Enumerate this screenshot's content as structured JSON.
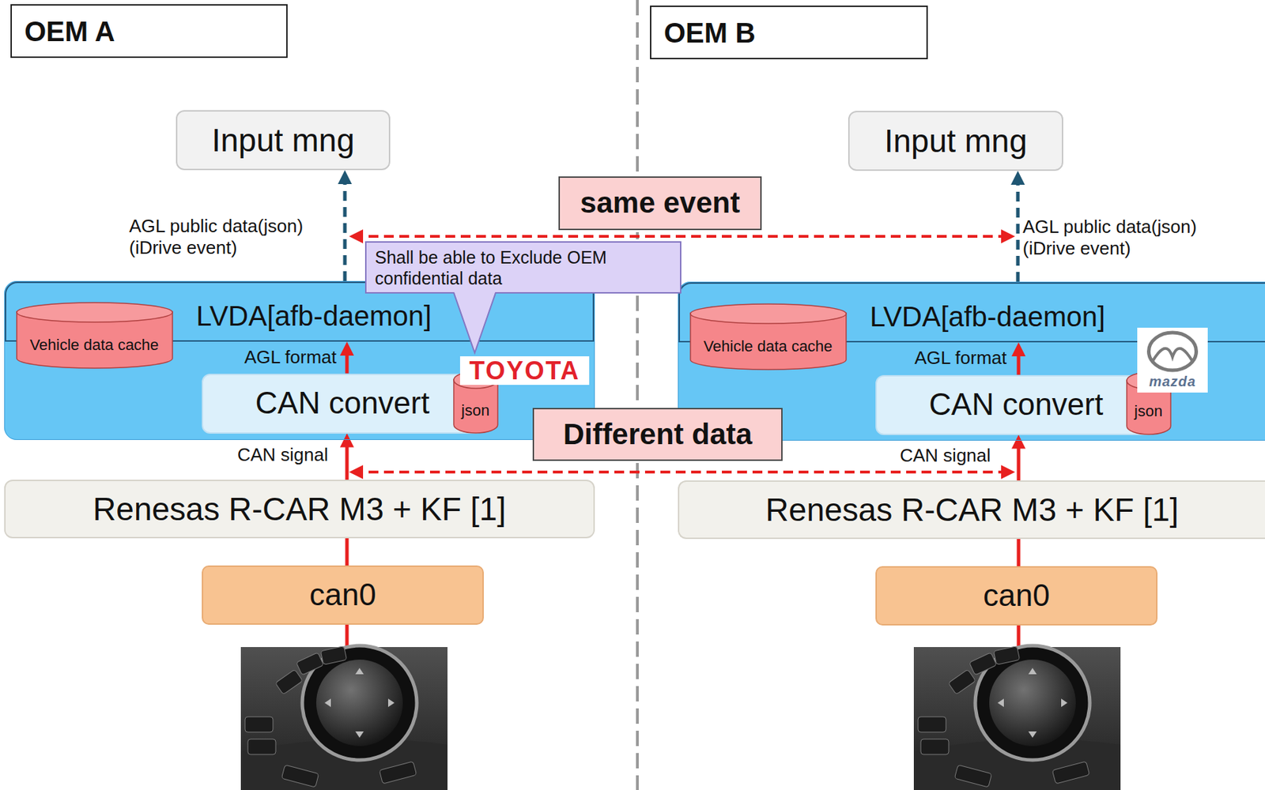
{
  "diagram": {
    "nodes": [
      {
        "text": [
          "OEM A"
        ]
      },
      {
        "text": [
          "OEM B"
        ]
      },
      {
        "text": [
          "Input mng"
        ]
      },
      {
        "text": [
          "Input mng"
        ]
      },
      {
        "text": [
          "same event"
        ]
      },
      {
        "text": [
          "Shall be able to Exclude OEM confidential data"
        ]
      },
      {
        "text": [
          "LVDA[afb-daemon]"
        ]
      },
      {
        "text": [
          "Vehicle data cache"
        ],
        "in": 6
      },
      {
        "text": [
          "CAN convert"
        ],
        "in": 6
      },
      {
        "text": [
          "json"
        ],
        "in": 6
      },
      {
        "text": [
          "LVDA[afb-daemon]"
        ]
      },
      {
        "text": [
          "Vehicle data cache"
        ],
        "in": 10
      },
      {
        "text": [
          "CAN convert"
        ],
        "in": 10
      },
      {
        "text": [
          "json"
        ],
        "in": 10
      },
      {
        "text": [
          "Different data"
        ]
      },
      {
        "text": [
          "Renesas R-CAR M3 + KF [1]"
        ]
      },
      {
        "text": [
          "Renesas R-CAR M3 + KF [1]"
        ]
      },
      {
        "text": [
          "can0"
        ]
      },
      {
        "text": [
          "can0"
        ]
      }
    ],
    "edges": [
      {
        "from": 6,
        "to": 2,
        "arrow": "to"
      },
      {
        "from": 8,
        "to": 6,
        "arrow": "to"
      },
      {
        "from": 15,
        "to": 8,
        "arrow": "to"
      },
      {
        "from": 17,
        "to": 15,
        "arrow": "none"
      },
      {
        "from": 10,
        "to": 3,
        "arrow": "to"
      },
      {
        "from": 12,
        "to": 10,
        "arrow": "to"
      },
      {
        "from": 16,
        "to": 12,
        "arrow": "to"
      },
      {
        "from": 18,
        "to": 16,
        "arrow": "none"
      }
    ],
    "labels": [
      "AGL public data(json) (iDrive event)",
      "AGL public data(json) (iDrive event)",
      "AGL format",
      "TOYOTA",
      "AGL format",
      "mazda",
      "CAN signal",
      "CAN signal"
    ]
  }
}
